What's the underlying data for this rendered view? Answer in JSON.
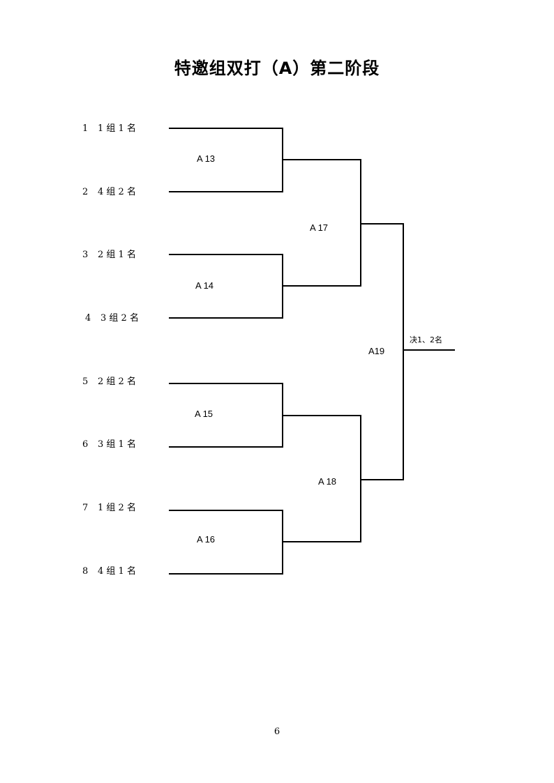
{
  "title": "特邀组双打（A）第二阶段",
  "entries": [
    {
      "num": "1",
      "label": "1 组 1 名"
    },
    {
      "num": "2",
      "label": "4 组 2 名"
    },
    {
      "num": "3",
      "label": "2 组 1 名"
    },
    {
      "num": "4",
      "label": "3 组 2 名"
    },
    {
      "num": "5",
      "label": "2 组 2 名"
    },
    {
      "num": "6",
      "label": "3 组 1 名"
    },
    {
      "num": "7",
      "label": "1 组 2 名"
    },
    {
      "num": "8",
      "label": "4 组 1 名"
    }
  ],
  "matches": {
    "round1": [
      "A 13",
      "A 14",
      "A 15",
      "A 16"
    ],
    "round2": [
      "A 17",
      "A 18"
    ],
    "final": "A19"
  },
  "final_result_label": "决1、2名",
  "page_number": "6"
}
